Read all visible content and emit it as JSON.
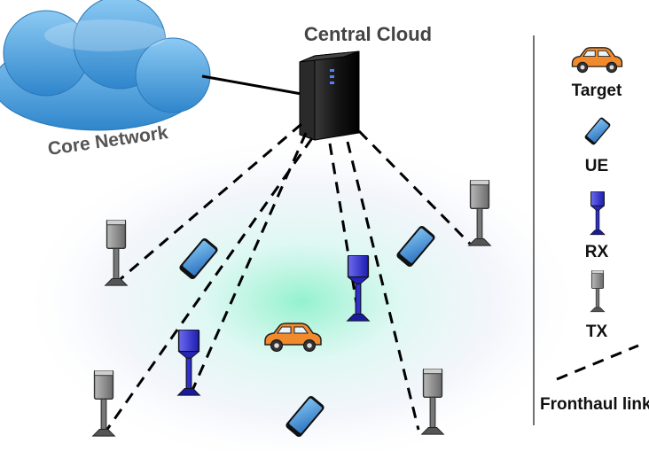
{
  "labels": {
    "central_cloud": "Central Cloud",
    "core_network": "Core Network"
  },
  "legend": {
    "target": "Target",
    "ue": "UE",
    "rx": "RX",
    "tx": "TX",
    "fronthaul": "Fronthaul link"
  },
  "colors": {
    "cloud": "#4aa3e0",
    "car": "#f08a2c",
    "rx": "#2f2fd6",
    "tx": "#8c8c8c",
    "ue": "#3f8fd6",
    "glow": "#5fe0b0"
  }
}
